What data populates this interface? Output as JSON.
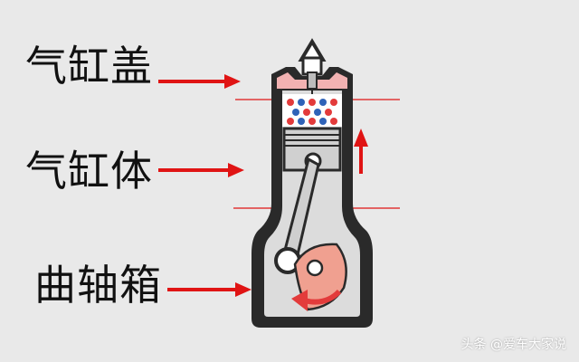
{
  "labels": {
    "cylinder_head": "气缸盖",
    "cylinder_block": "气缸体",
    "crankcase": "曲轴箱"
  },
  "watermark": "头条 @爱车大家说",
  "colors": {
    "background": "#e9e9e9",
    "arrow": "#e01414",
    "divider_line": "#e01414",
    "engine_outline": "#2a2a2a",
    "engine_fill": "#d9d9d9",
    "head_fill": "#f2b2b2",
    "chamber_red": "#e33b3b",
    "chamber_blue": "#2f63b8",
    "crank_fill": "#f0a090",
    "rod_fill": "#cfcfcf",
    "piston_fill": "#d0d0d0"
  },
  "icons": {
    "spark_plug": "spark-plug-icon",
    "motion_arrow": "up-arrow-icon",
    "rotation_arrow": "rotation-arrow-icon"
  }
}
